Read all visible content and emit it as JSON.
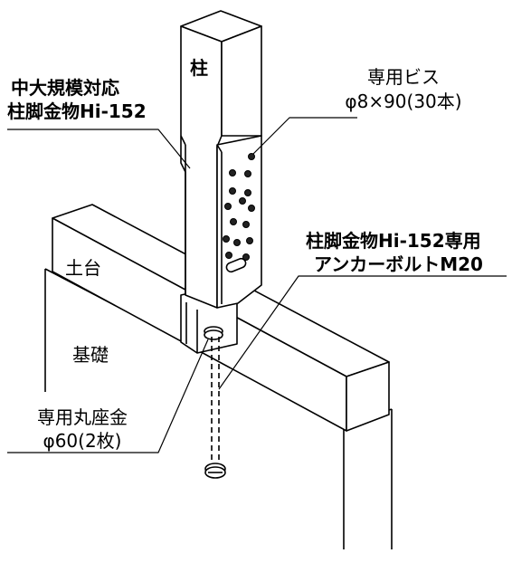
{
  "labels": {
    "post": "柱",
    "sill": "土台",
    "foundation": "基礎",
    "bracket_title_line1": "中大規模対応",
    "bracket_title_line2": "柱脚金物Hi-152",
    "screw_line1": "専用ビス",
    "screw_line2": "φ8×90(30本)",
    "anchor_line1": "柱脚金物Hi-152専用",
    "anchor_line2": "アンカーボルトM20",
    "washer_line1": "専用丸座金",
    "washer_line2": "φ60(2枚)"
  },
  "colors": {
    "line": "#000000",
    "fill": "#ffffff",
    "screw": "#222222"
  }
}
